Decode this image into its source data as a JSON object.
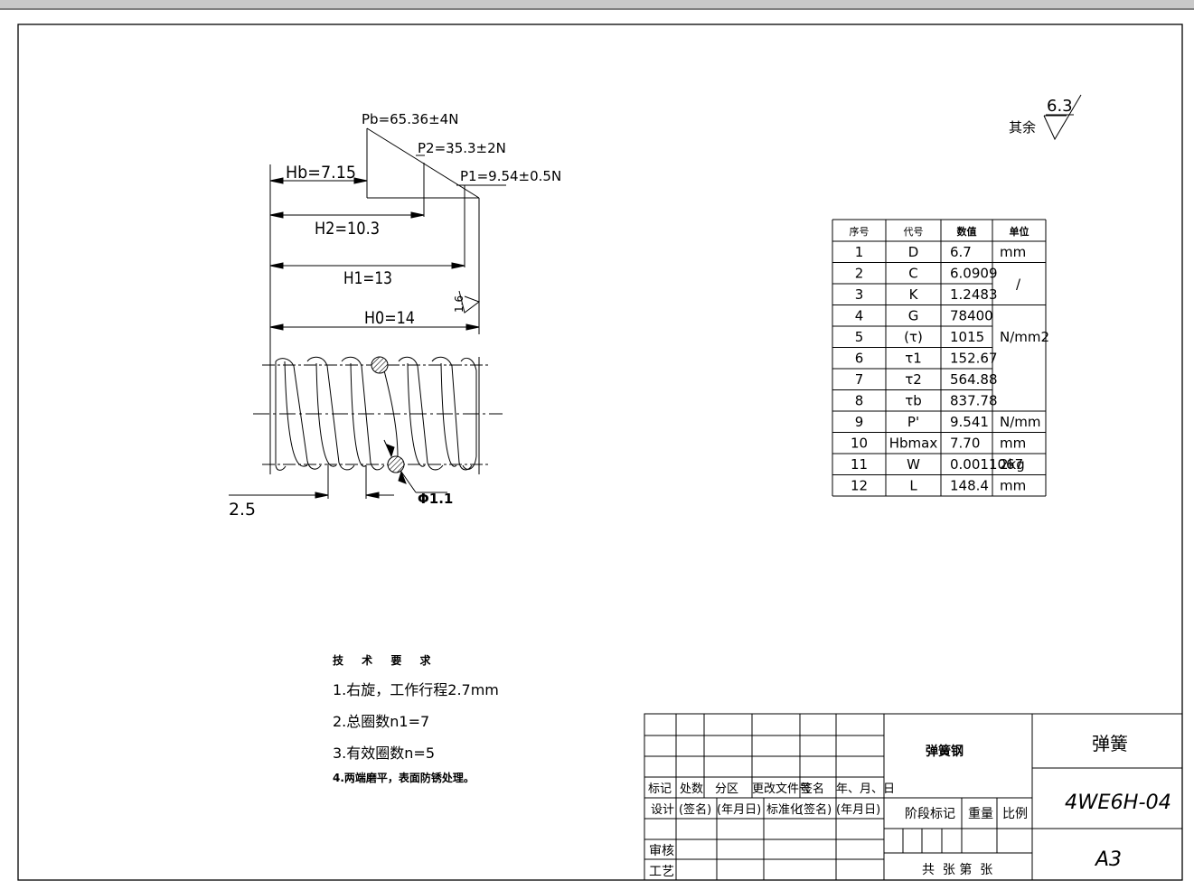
{
  "drawing": {
    "loads": {
      "pb": "Pb=65.36±4N",
      "p2": "P2=35.3±2N",
      "p1": "P1=9.54±0.5N"
    },
    "heights": {
      "hb": "Hb=7.15",
      "h2": "H2=10.3",
      "h1": "H1=13",
      "h0": "H0=14"
    },
    "roughness_local": "1.6",
    "pitch_dim": "2.5",
    "wire_dia": "Φ1.1",
    "roughness_other_label": "其余",
    "roughness_other_value": "6.3"
  },
  "param_table": {
    "headers": [
      "序号",
      "代号",
      "数值",
      "单位"
    ],
    "rows": [
      {
        "no": "1",
        "code": "D",
        "value": "6.7",
        "unit": "mm"
      },
      {
        "no": "2",
        "code": "C",
        "value": "6.0909",
        "unit": "/"
      },
      {
        "no": "3",
        "code": "K",
        "value": "1.2483",
        "unit": ""
      },
      {
        "no": "4",
        "code": "G",
        "value": "78400",
        "unit": ""
      },
      {
        "no": "5",
        "code": "(τ)",
        "value": "1015",
        "unit": "N/mm2"
      },
      {
        "no": "6",
        "code": "τ1",
        "value": "152.67",
        "unit": ""
      },
      {
        "no": "7",
        "code": "τ2",
        "value": "564.88",
        "unit": ""
      },
      {
        "no": "8",
        "code": "τb",
        "value": "837.78",
        "unit": ""
      },
      {
        "no": "9",
        "code": "P'",
        "value": "9.541",
        "unit": "N/mm"
      },
      {
        "no": "10",
        "code": "Hbmax",
        "value": "7.70",
        "unit": "mm"
      },
      {
        "no": "11",
        "code": "W",
        "value": "0.0011067",
        "unit": "2kg"
      },
      {
        "no": "12",
        "code": "L",
        "value": "148.4",
        "unit": "mm"
      }
    ]
  },
  "tech_req": {
    "title": "技 术 要 求",
    "items": [
      "1.右旋，工作行程2.7mm",
      "2.总圈数n1=7",
      "3.有效圈数n=5",
      "4.两端磨平，表面防锈处理。"
    ]
  },
  "title_block": {
    "material": "弹簧钢",
    "part_name": "弹簧",
    "drawing_no": "4WE6H-04",
    "sheet_size": "A3",
    "rev_headers": [
      "标记",
      "处数",
      "分区",
      "更改文件号",
      "签名",
      "年、月、日"
    ],
    "design_row": [
      "设计",
      "(签名)",
      "(年月日)",
      "标准化",
      "(签名)",
      "(年月日)"
    ],
    "check_label": "审核",
    "process_label": "工艺",
    "stage_label": "阶段标记",
    "weight_label": "重量",
    "scale_label": "比例",
    "sheets_label": "共  张 第  张"
  }
}
